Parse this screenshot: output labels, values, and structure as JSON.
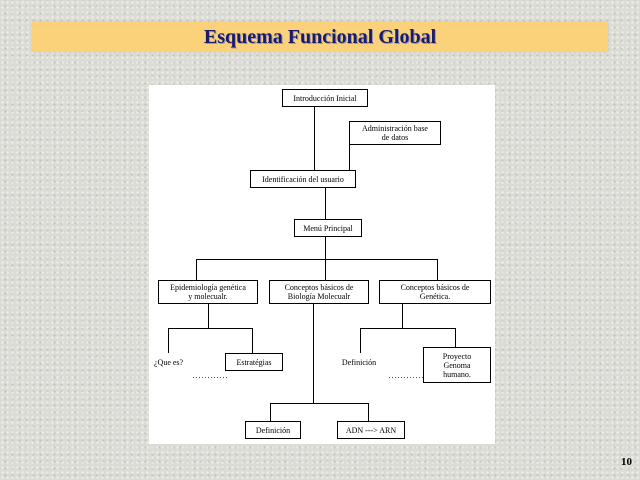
{
  "slide": {
    "title": "Esquema Funcional Global",
    "page_number": "10"
  },
  "diagram": {
    "nodes": {
      "intro": "Introducción Inicial",
      "admin": "Administración base\nde datos",
      "ident": "Identificación del usuario",
      "menu": "Menú Principal",
      "epi": "Epidemiología genética\ny molecualr.",
      "biomol": "Conceptos básicos de\nBiología Molecualr",
      "genetica": "Conceptos básicos de\nGenética.",
      "quees": "¿Que es?",
      "estrategias": "Estratégias",
      "def_gen": "Definición",
      "proyecto": "Proyecto\nGenoma\nhumano.",
      "def_bio": "Definición",
      "adn": "ADN ---> ARN"
    }
  }
}
